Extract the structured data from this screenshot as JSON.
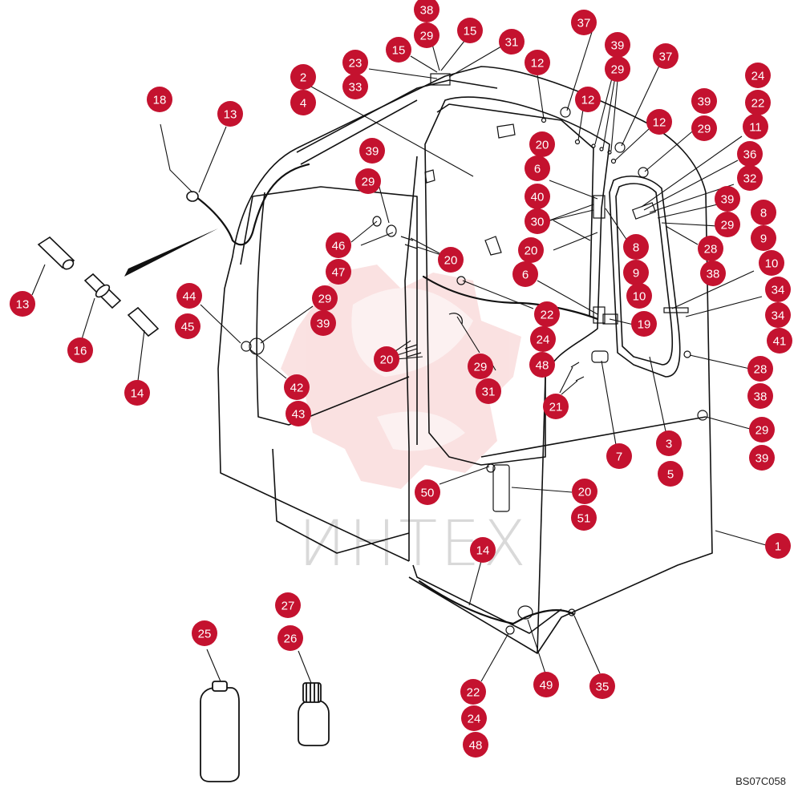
{
  "colors": {
    "callout_fill": "#c4122f",
    "callout_text": "#ffffff",
    "line": "#111111",
    "watermark_logo": "#f6caca",
    "watermark_text": "#d9d9d9"
  },
  "watermark": {
    "text": "ИНТЕХ"
  },
  "diagram_code": "BS07C058",
  "callouts": [
    {
      "label": "38"
    },
    {
      "label": "29"
    },
    {
      "label": "15"
    },
    {
      "label": "15"
    },
    {
      "label": "31"
    },
    {
      "label": "23"
    },
    {
      "label": "33"
    },
    {
      "label": "12"
    },
    {
      "label": "37"
    },
    {
      "label": "39"
    },
    {
      "label": "29"
    },
    {
      "label": "37"
    },
    {
      "label": "24"
    },
    {
      "label": "22"
    },
    {
      "label": "12"
    },
    {
      "label": "12"
    },
    {
      "label": "39"
    },
    {
      "label": "29"
    },
    {
      "label": "11"
    },
    {
      "label": "2"
    },
    {
      "label": "4"
    },
    {
      "label": "18"
    },
    {
      "label": "13"
    },
    {
      "label": "20"
    },
    {
      "label": "36"
    },
    {
      "label": "39"
    },
    {
      "label": "29"
    },
    {
      "label": "6"
    },
    {
      "label": "32"
    },
    {
      "label": "40"
    },
    {
      "label": "39"
    },
    {
      "label": "8"
    },
    {
      "label": "30"
    },
    {
      "label": "29"
    },
    {
      "label": "9"
    },
    {
      "label": "20"
    },
    {
      "label": "28"
    },
    {
      "label": "8"
    },
    {
      "label": "46"
    },
    {
      "label": "20"
    },
    {
      "label": "38"
    },
    {
      "label": "10"
    },
    {
      "label": "47"
    },
    {
      "label": "6"
    },
    {
      "label": "9"
    },
    {
      "label": "34"
    },
    {
      "label": "44"
    },
    {
      "label": "29"
    },
    {
      "label": "10"
    },
    {
      "label": "13"
    },
    {
      "label": "22"
    },
    {
      "label": "34"
    },
    {
      "label": "45"
    },
    {
      "label": "39"
    },
    {
      "label": "19"
    },
    {
      "label": "41"
    },
    {
      "label": "16"
    },
    {
      "label": "24"
    },
    {
      "label": "20"
    },
    {
      "label": "29"
    },
    {
      "label": "28"
    },
    {
      "label": "48"
    },
    {
      "label": "42"
    },
    {
      "label": "31"
    },
    {
      "label": "14"
    },
    {
      "label": "38"
    },
    {
      "label": "21"
    },
    {
      "label": "43"
    },
    {
      "label": "29"
    },
    {
      "label": "3"
    },
    {
      "label": "7"
    },
    {
      "label": "39"
    },
    {
      "label": "5"
    },
    {
      "label": "50"
    },
    {
      "label": "20"
    },
    {
      "label": "51"
    },
    {
      "label": "1"
    },
    {
      "label": "14"
    },
    {
      "label": "27"
    },
    {
      "label": "25"
    },
    {
      "label": "26"
    },
    {
      "label": "49"
    },
    {
      "label": "35"
    },
    {
      "label": "22"
    },
    {
      "label": "24"
    },
    {
      "label": "48"
    }
  ]
}
